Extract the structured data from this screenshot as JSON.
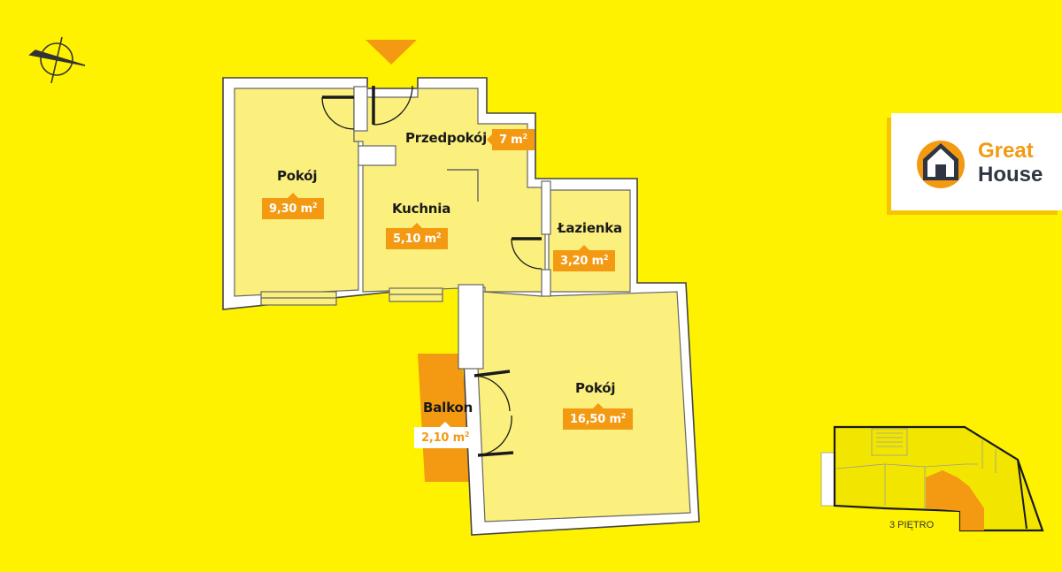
{
  "rooms": {
    "pokoj_small": {
      "name": "Pokój",
      "area": "9,30 m",
      "unit_sup": "2"
    },
    "przedpokoj": {
      "name": "Przedpokój",
      "area": "7 m",
      "unit_sup": "2"
    },
    "kuchnia": {
      "name": "Kuchnia",
      "area": "5,10 m",
      "unit_sup": "2"
    },
    "lazienka": {
      "name": "Łazienka",
      "area": "3,20 m",
      "unit_sup": "2"
    },
    "pokoj_large": {
      "name": "Pokój",
      "area": "16,50 m",
      "unit_sup": "2"
    },
    "balkon": {
      "name": "Balkon",
      "area": "2,10 m",
      "unit_sup": "2"
    }
  },
  "logo": {
    "line1": "Great",
    "line2": "House"
  },
  "keyplan": {
    "floor_label": "3 PIĘTRO"
  },
  "colors": {
    "background": "#FFF200",
    "room_fill": "#FBF07E",
    "wall": "#ffffff",
    "outline": "#444444",
    "accent": "#F39A12",
    "logo_dark": "#2f3542",
    "logo_orange": "#F39A12"
  },
  "icons": {
    "compass": "compass-icon",
    "entrance": "entrance-arrow-icon",
    "logo": "house-logo-icon"
  }
}
